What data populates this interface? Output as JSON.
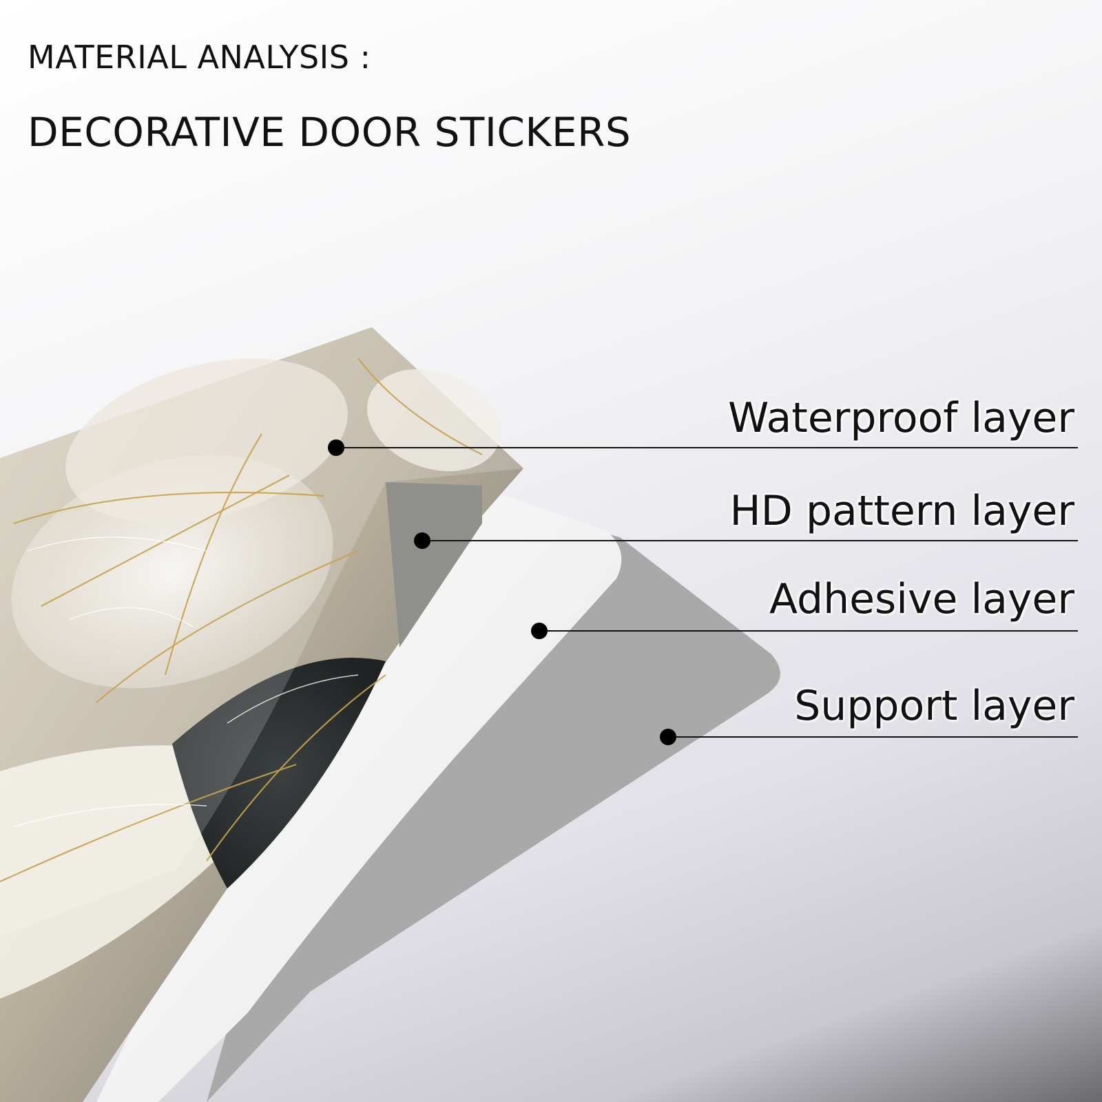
{
  "title_line_1": "MATERIAL ANALYSIS :",
  "title_line_2": "DECORATIVE DOOR STICKERS",
  "layers": [
    {
      "id": "waterproof",
      "label": "Waterproof layer"
    },
    {
      "id": "hd-pattern",
      "label": "HD pattern layer"
    },
    {
      "id": "adhesive",
      "label": "Adhesive layer"
    },
    {
      "id": "support",
      "label": "Support layer"
    }
  ],
  "colors": {
    "text": "#111111",
    "support_layer": "#a9a9a9",
    "adhesive_layer": "#f3f3f3",
    "pattern_base": "#b7ad98",
    "gold_vein": "#c9a24a"
  }
}
